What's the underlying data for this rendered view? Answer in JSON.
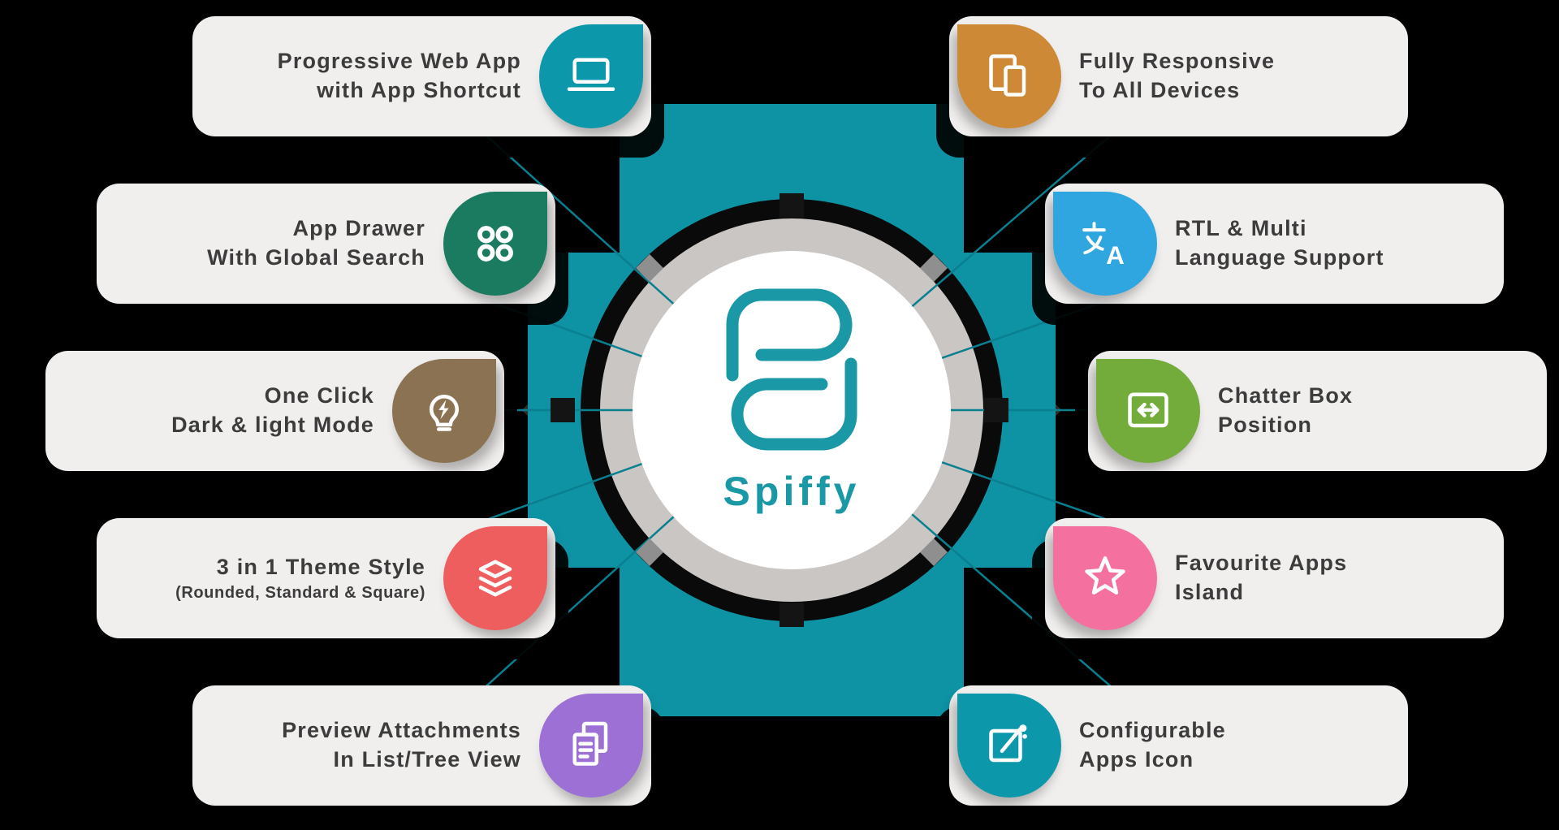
{
  "center": {
    "title": "Spiffy",
    "logo": "spiffy-logo",
    "logo_color": "#1b98a5"
  },
  "colors": {
    "background": "#000000",
    "card_bg": "#f1efee",
    "text": "#3c3c3c",
    "hub_teal": "#0e93a4",
    "ring_gray": "#c9c6c3",
    "inner_circle": "#ffffff",
    "spoke": "#0a7f90"
  },
  "features": {
    "left": [
      {
        "line1": "Progressive Web App",
        "line2": "with App Shortcut",
        "icon": "laptop-icon",
        "color": "#0d97ab"
      },
      {
        "line1": "App Drawer",
        "line2": "With Global Search",
        "icon": "app-drawer-icon",
        "color": "#1b7b61"
      },
      {
        "line1": "One Click",
        "line2": "Dark & light Mode",
        "icon": "dark-light-mode-icon",
        "color": "#8b7252"
      },
      {
        "line1": "3 in 1 Theme Style",
        "line2": "(Rounded, Standard & Square)",
        "icon": "theme-layers-icon",
        "color": "#ef5e5e"
      },
      {
        "line1": "Preview Attachments",
        "line2": "In List/Tree View",
        "icon": "attachments-icon",
        "color": "#9c70d4"
      }
    ],
    "right": [
      {
        "line1": "Fully Responsive",
        "line2": "To All Devices",
        "icon": "responsive-devices-icon",
        "color": "#cd8936"
      },
      {
        "line1": "RTL & Multi",
        "line2": "Language Support",
        "icon": "translate-icon",
        "color": "#2fa6e0"
      },
      {
        "line1": "Chatter Box",
        "line2": "Position",
        "icon": "chatter-box-icon",
        "color": "#73ac3b"
      },
      {
        "line1": "Favourite Apps",
        "line2": "Island",
        "icon": "star-icon",
        "color": "#f4709f"
      },
      {
        "line1": "Configurable",
        "line2": "Apps Icon",
        "icon": "configurable-apps-icon",
        "color": "#0d97ab"
      }
    ]
  }
}
